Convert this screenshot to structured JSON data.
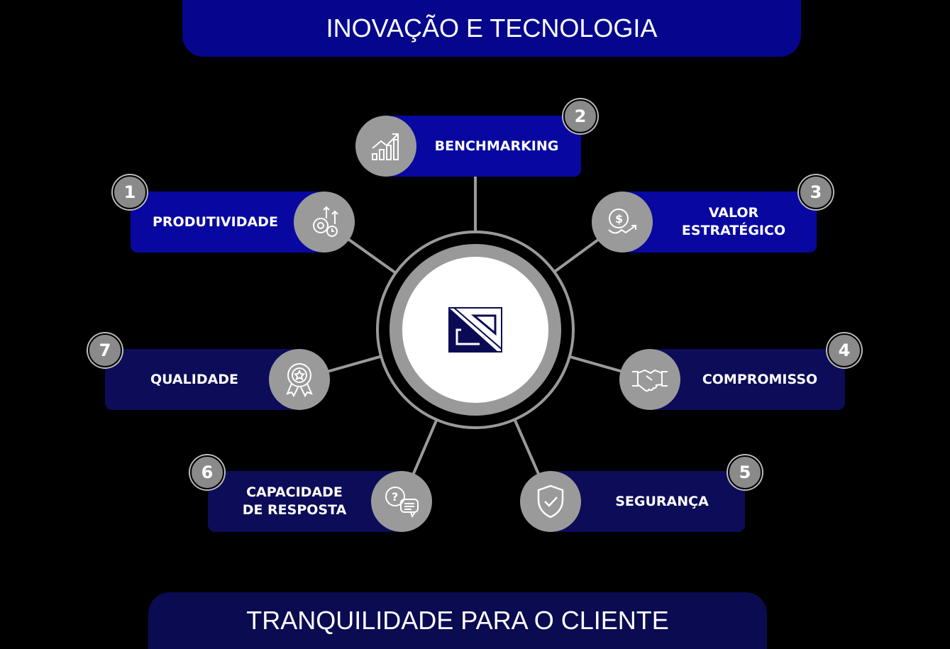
{
  "header": {
    "title": "INOVAÇÃO E TECNOLOGIA"
  },
  "footer": {
    "title": "TRANQUILIDADE PARA O CLIENTE"
  },
  "items": [
    {
      "number": "1",
      "label": "PRODUTIVIDADE",
      "icon": "gear-growth-icon"
    },
    {
      "number": "2",
      "label": "BENCHMARKING",
      "icon": "bar-chart-growth-icon"
    },
    {
      "number": "3",
      "label": "VALOR ESTRATÉGICO",
      "icon": "dollar-growth-icon"
    },
    {
      "number": "4",
      "label": "COMPROMISSO",
      "icon": "handshake-icon"
    },
    {
      "number": "5",
      "label": "SEGURANÇA",
      "icon": "shield-check-icon"
    },
    {
      "number": "6",
      "label": "CAPACIDADE DE RESPOSTA",
      "icon": "chat-question-icon"
    },
    {
      "number": "7",
      "label": "QUALIDADE",
      "icon": "award-badge-icon"
    }
  ],
  "colors": {
    "bright": "#0808a0",
    "dark": "#0c0c58",
    "logo": "#0b0b55"
  }
}
